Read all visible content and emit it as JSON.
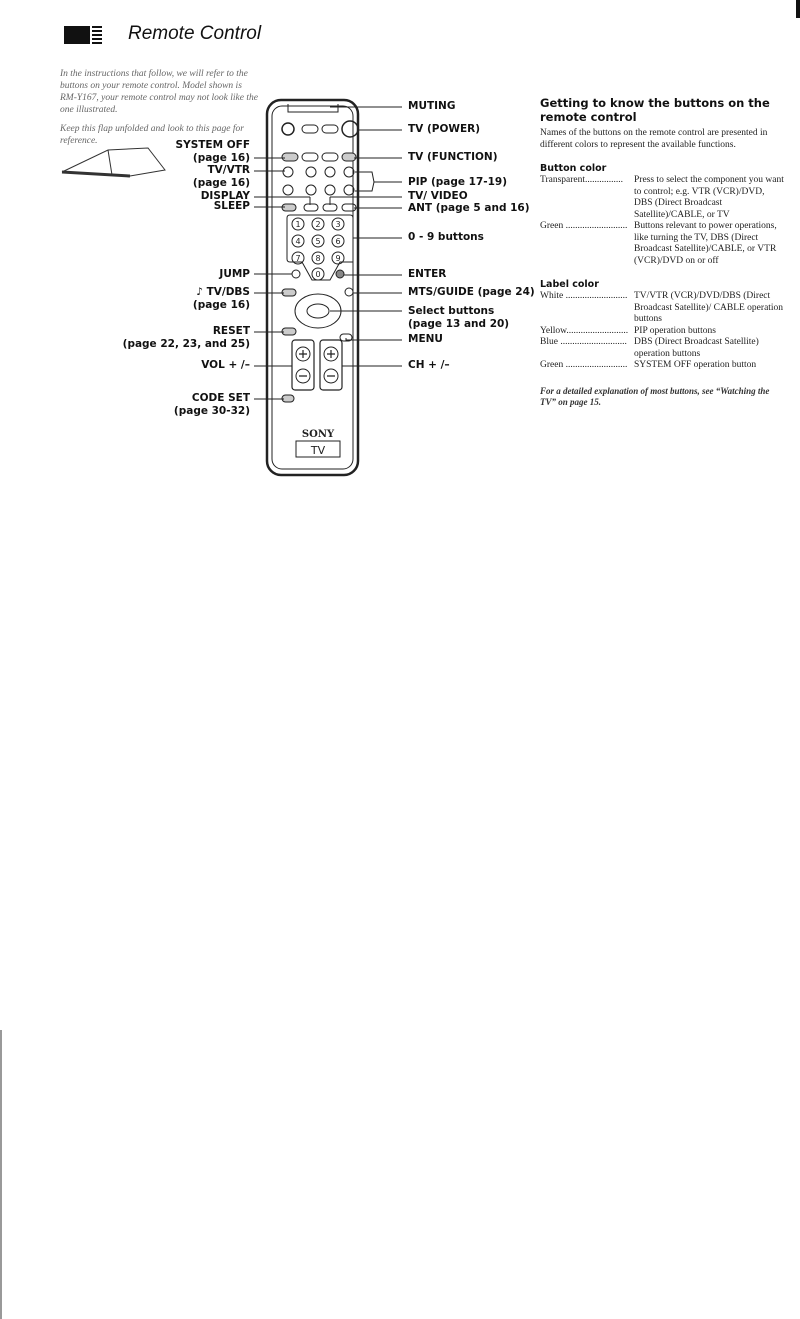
{
  "header": {
    "icon": "section-marker-icon",
    "title": "Remote Control"
  },
  "intro": {
    "p1": "In the instructions that follow, we will refer to the buttons on your remote control. Model shown is RM-Y167, your remote control may not look like the one illustrated.",
    "p2": "Keep this flap unfolded and look to this page for reference."
  },
  "remote": {
    "brand": "SONY",
    "badge": "TV"
  },
  "left_labels": [
    {
      "text": "SYSTEM OFF",
      "sub": "(page 16)"
    },
    {
      "text": "TV/VTR",
      "sub": "(page 16)"
    },
    {
      "text": "DISPLAY"
    },
    {
      "text": "SLEEP"
    },
    {
      "text": "JUMP"
    },
    {
      "text": "TV/DBS",
      "sub": "(page 16)"
    },
    {
      "text": "RESET",
      "sub": "(page 22, 23, and 25)"
    },
    {
      "text": "VOL + /–"
    },
    {
      "text": "CODE SET",
      "sub": "(page 30-32)"
    }
  ],
  "right_labels": [
    {
      "text": "MUTING"
    },
    {
      "text": "TV (POWER)"
    },
    {
      "text": "TV (FUNCTION)"
    },
    {
      "text": "PIP (page 17-19)"
    },
    {
      "text": "TV/ VIDEO"
    },
    {
      "text": "ANT (page 5 and 16)"
    },
    {
      "text": "0 - 9 buttons"
    },
    {
      "text": "ENTER"
    },
    {
      "text": "MTS/GUIDE (page 24)"
    },
    {
      "text": "Select buttons",
      "sub": "(page 13 and 20)"
    },
    {
      "text": "MENU"
    },
    {
      "text": "CH + /–"
    }
  ],
  "guide": {
    "title": "Getting to know the buttons on the remote control",
    "body": "Names of the buttons on the remote control are presented in different colors to represent the available functions.",
    "button_color": {
      "heading": "Button color",
      "rows": [
        {
          "key": "Transparent................",
          "value": "Press to select the component you want to control; e.g. VTR (VCR)/DVD, DBS (Direct Broadcast Satellite)/CABLE, or TV"
        },
        {
          "key": "Green ..........................",
          "value": "Buttons relevant to power operations, like turning the TV, DBS (Direct Broadcast Satellite)/CABLE, or VTR (VCR)/DVD on or off"
        }
      ]
    },
    "label_color": {
      "heading": "Label color",
      "rows": [
        {
          "key": "White ..........................",
          "value": "TV/VTR (VCR)/DVD/DBS (Direct Broadcast Satellite)/ CABLE operation buttons"
        },
        {
          "key": "Yellow..........................",
          "value": "PIP operation buttons"
        },
        {
          "key": "Blue ............................",
          "value": "DBS (Direct Broadcast Satellite) operation buttons"
        },
        {
          "key": "Green ..........................",
          "value": "SYSTEM OFF operation button"
        }
      ]
    },
    "footnote": "For a detailed explanation of most buttons, see “Watching the TV” on page 15."
  }
}
